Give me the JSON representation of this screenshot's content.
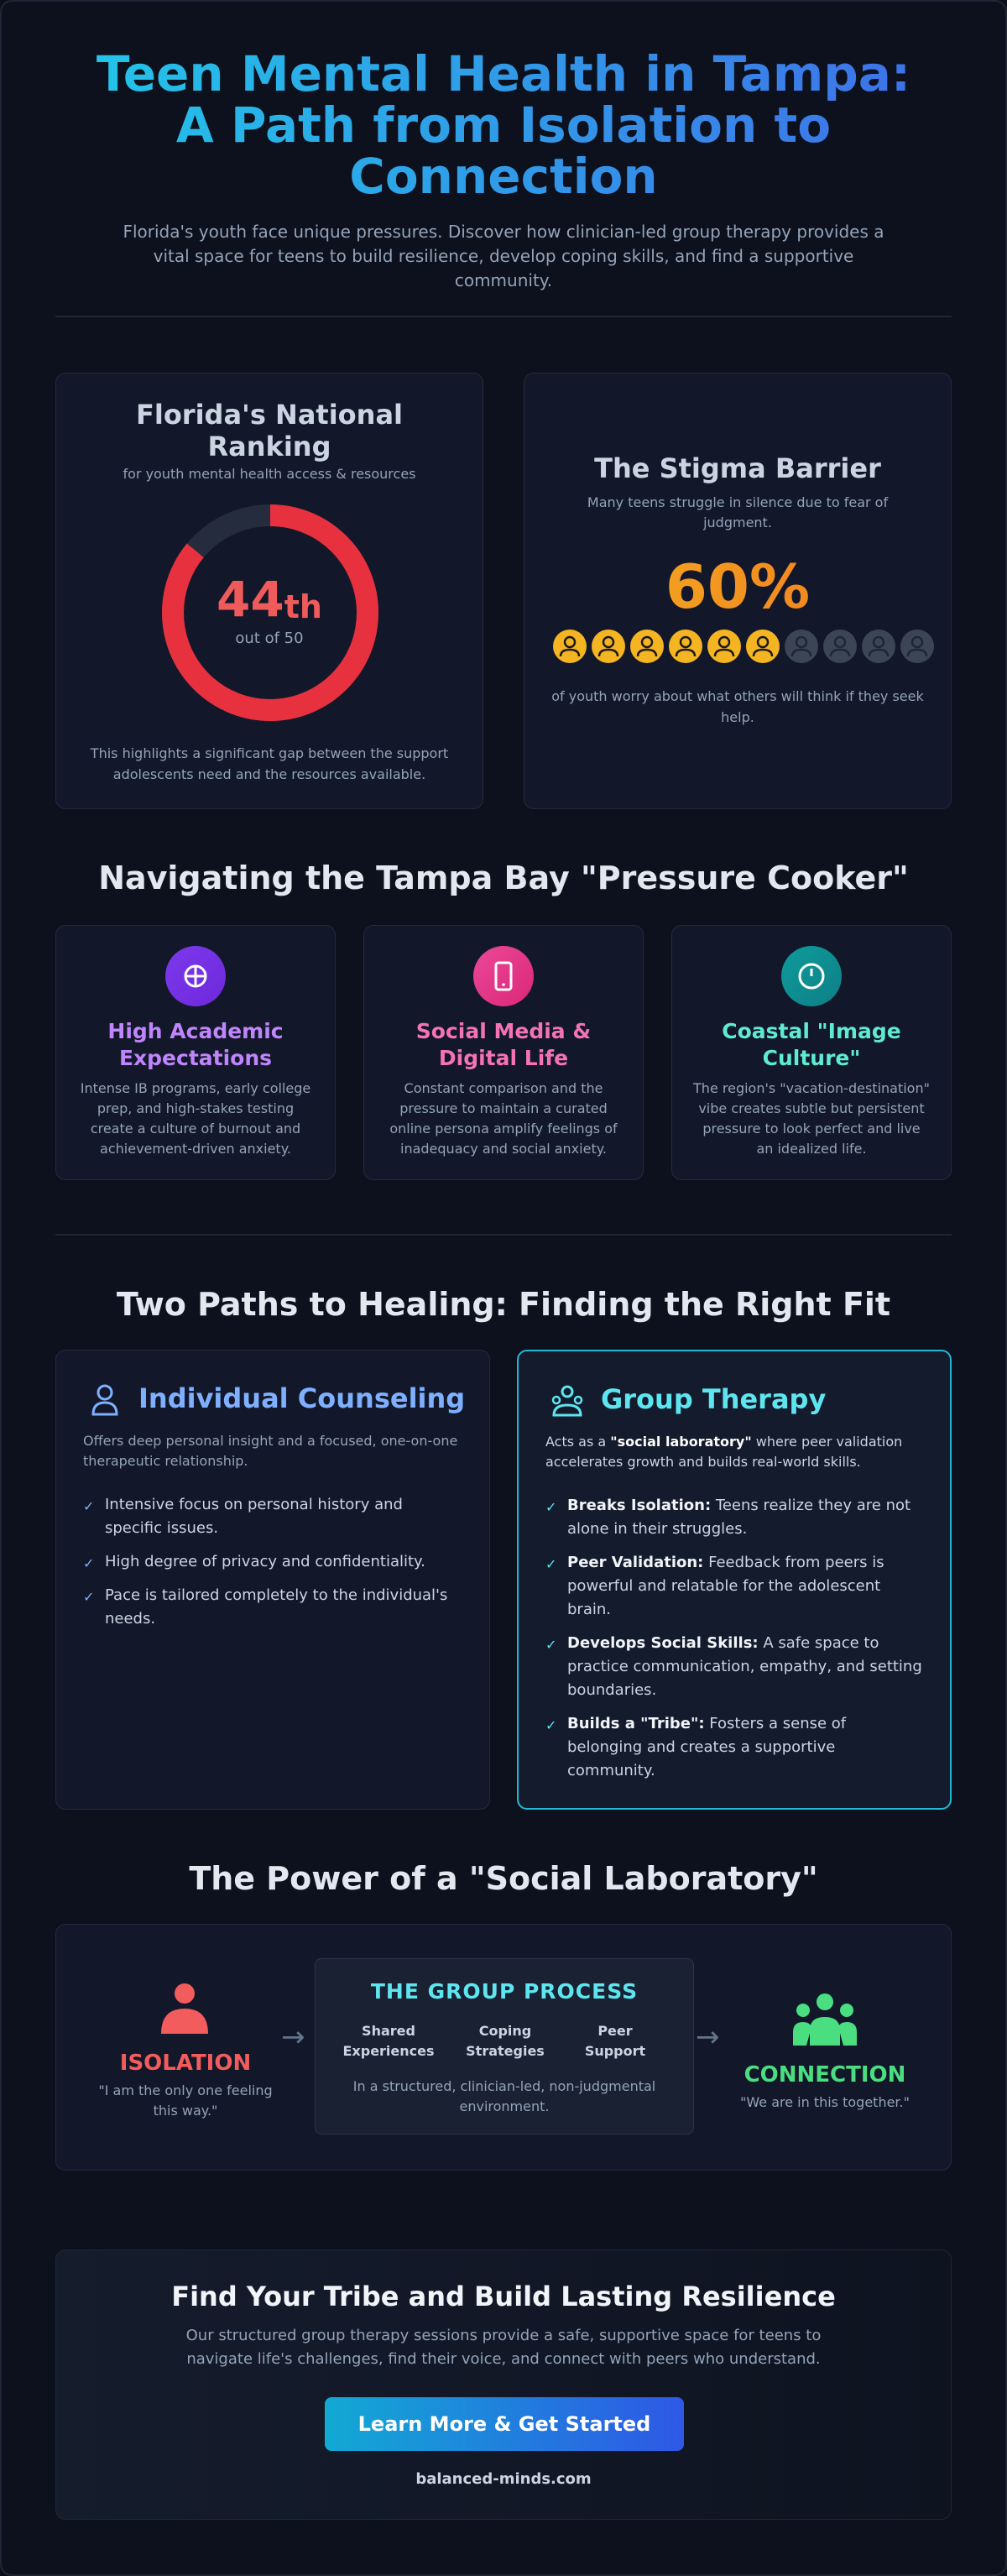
{
  "header": {
    "title_line1": "Teen Mental Health in Tampa:",
    "title_line2": "A Path from Isolation to",
    "title_line3": "Connection",
    "subtitle": "Florida's youth face unique pressures. Discover how clinician-led group therapy provides a vital space for teens to build resilience, develop coping skills, and find a supportive community."
  },
  "ranking": {
    "title": "Florida's National Ranking",
    "subtitle": "for youth mental health access & resources",
    "rank_number": "44",
    "rank_suffix": "th",
    "out_of": "out of 50",
    "rank_fraction": 0.86,
    "footnote": "This highlights a significant gap between the support adolescents need and the resources available."
  },
  "stigma": {
    "title": "The Stigma Barrier",
    "subtitle": "Many teens struggle in silence due to fear of judgment.",
    "percent": "60%",
    "filled_faces": 6,
    "total_faces": 10,
    "footnote": "of youth worry about what others will think if they seek help."
  },
  "pressure": {
    "title": "Navigating the Tampa Bay \"Pressure Cooker\"",
    "cards": [
      {
        "title": "High Academic Expectations",
        "icon": "academic-icon",
        "color": "#c084fc",
        "text": "Intense IB programs, early college prep, and high-stakes testing create a culture of burnout and achievement-driven anxiety."
      },
      {
        "title": "Social Media & Digital Life",
        "icon": "phone-icon",
        "color": "#f472b6",
        "text": "Constant comparison and the pressure to maintain a curated online persona amplify feelings of inadequacy and social anxiety."
      },
      {
        "title": "Coastal \"Image Culture\"",
        "icon": "clock-icon",
        "color": "#5eead4",
        "text": "The region's \"vacation-destination\" vibe creates subtle but persistent pressure to look perfect and live an idealized life."
      }
    ]
  },
  "paths": {
    "title": "Two Paths to Healing: Finding the Right Fit",
    "individual": {
      "title": "Individual Counseling",
      "desc": "Offers deep personal insight and a focused, one-on-one therapeutic relationship.",
      "items": [
        "Intensive focus on personal history and specific issues.",
        "High degree of privacy and confidentiality.",
        "Pace is tailored completely to the individual's needs."
      ]
    },
    "group": {
      "title": "Group Therapy",
      "desc_pre": "Acts as a ",
      "desc_bold": "\"social laboratory\"",
      "desc_post": " where peer validation accelerates growth and builds real-world skills.",
      "items": [
        {
          "bold": "Breaks Isolation:",
          "text": " Teens realize they are not alone in their struggles."
        },
        {
          "bold": "Peer Validation:",
          "text": " Feedback from peers is powerful and relatable for the adolescent brain."
        },
        {
          "bold": "Develops Social Skills:",
          "text": " A safe space to practice communication, empathy, and setting boundaries."
        },
        {
          "bold": "Builds a \"Tribe\":",
          "text": " Fosters a sense of belonging and creates a supportive community."
        }
      ]
    }
  },
  "lab": {
    "title": "The Power of a \"Social Laboratory\"",
    "isolation_label": "ISOLATION",
    "isolation_quote": "\"I am the only one feeling this way.\"",
    "process_title": "THE GROUP PROCESS",
    "process_items": [
      "Shared Experiences",
      "Coping Strategies",
      "Peer Support"
    ],
    "process_foot": "In a structured, clinician-led, non-judgmental environment.",
    "connection_label": "CONNECTION",
    "connection_quote": "\"We are in this together.\""
  },
  "cta": {
    "title": "Find Your Tribe and Build Lasting Resilience",
    "text": "Our structured group therapy sessions provide a safe, supportive space for teens to navigate life's challenges, find their voice, and connect with peers who understand.",
    "button": "Learn More & Get Started",
    "url": "balanced-minds.com"
  },
  "colors": {
    "rank_red": "#e8313f",
    "face_yellow": "#f5b422",
    "face_gray": "#3b4556",
    "individual_blue": "#7fb0ff",
    "group_cyan": "#5ee6f0",
    "isolation": "#f25c5c",
    "connection": "#4ade80"
  }
}
